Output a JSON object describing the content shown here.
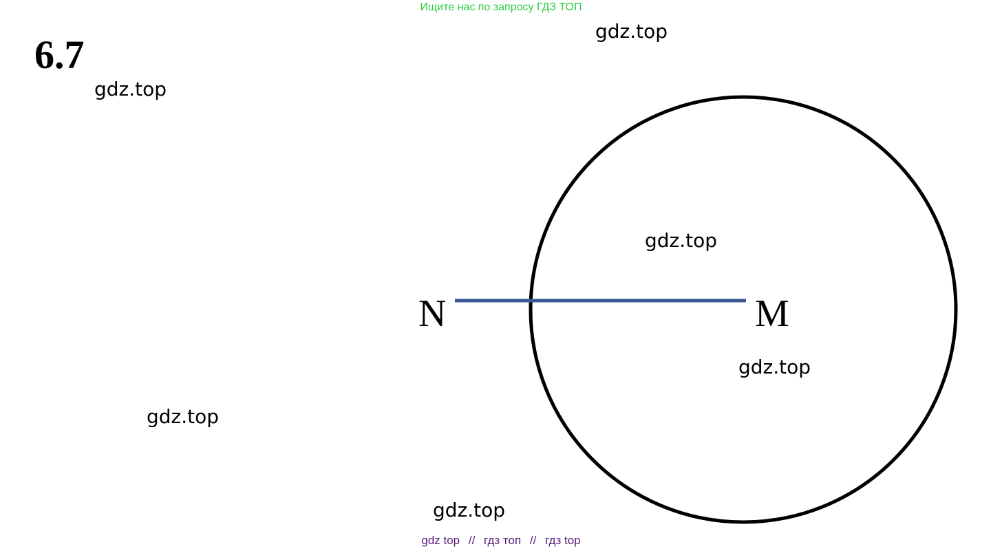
{
  "banner": {
    "text": "Ищите нас по запросу ГДЗ ТОП"
  },
  "problem": {
    "number": "6.7"
  },
  "watermarks": [
    "gdz.top",
    "gdz.top",
    "gdz.top",
    "gdz.top",
    "gdz.top",
    "gdz.top"
  ],
  "diagram": {
    "points": {
      "left": "N",
      "right": "M"
    },
    "colors": {
      "segment": "#3b5a95",
      "circle": "#000000"
    }
  },
  "footer": {
    "items": [
      "gdz top",
      "гдз топ",
      "гдз top"
    ],
    "separator": "//"
  }
}
